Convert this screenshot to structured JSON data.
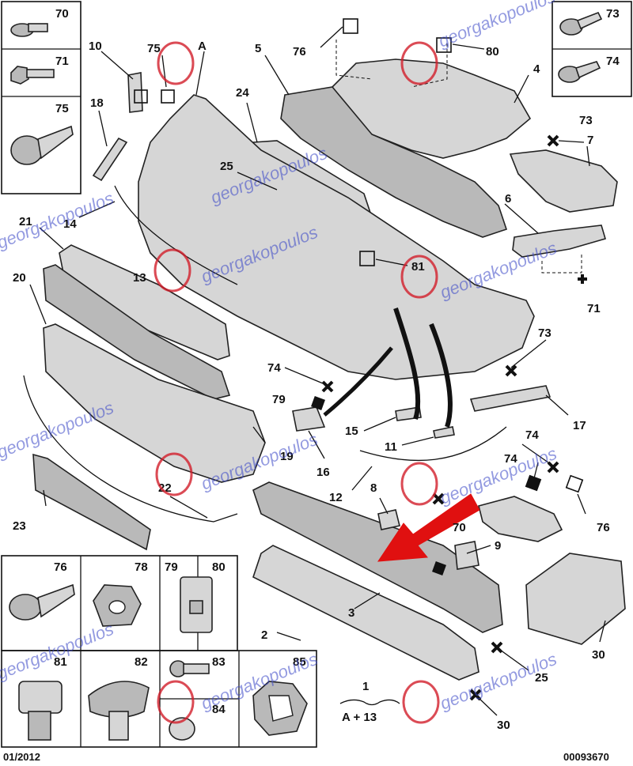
{
  "watermark": "georgakopoulos",
  "footer": {
    "date": "01/2012",
    "code": "00093670"
  },
  "assembly": {
    "number": "1",
    "formula": "A + 13"
  },
  "fastener_boxes": {
    "top_left": [
      "70",
      "71",
      "75"
    ],
    "top_right": [
      "73",
      "74"
    ],
    "bottom_row1": [
      "76",
      "78",
      "79",
      "80"
    ],
    "bottom_row2": [
      "81",
      "82",
      "83",
      "84",
      "85"
    ]
  },
  "callouts": [
    "1",
    "2",
    "3",
    "4",
    "5",
    "6",
    "7",
    "8",
    "9",
    "10",
    "11",
    "12",
    "13",
    "14",
    "15",
    "16",
    "17",
    "18",
    "19",
    "20",
    "21",
    "22",
    "23",
    "24",
    "25",
    "30",
    "70",
    "71",
    "73",
    "74",
    "75",
    "76",
    "79",
    "80",
    "81",
    "82",
    "84",
    "85",
    "A"
  ],
  "colors": {
    "watermark": "#3b48c8",
    "logo": "#d21e2b",
    "highlight_arrow": "#e01010"
  },
  "icons": [
    "bolt-icon",
    "screw-icon",
    "nut-icon",
    "clip-icon",
    "rivet-icon",
    "push-pin-icon",
    "speed-nut-icon",
    "logo-icon",
    "arrow-icon"
  ]
}
